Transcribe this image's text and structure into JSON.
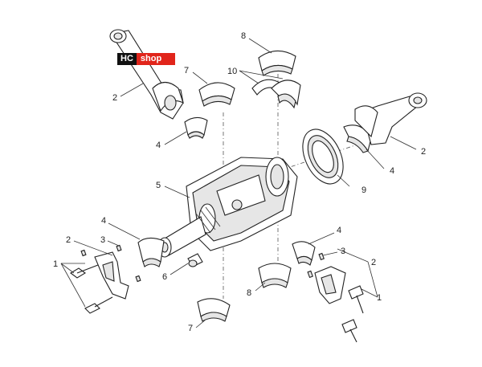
{
  "logo": {
    "part1": "HC",
    "part2": "shop",
    "brand_color": "#e1251b"
  },
  "labels": {
    "n2_top": "2",
    "n7_top": "7",
    "n8_top": "8",
    "n10": "10",
    "n4_left": "4",
    "n5": "5",
    "n9": "9",
    "n4_right": "4",
    "n2_right": "2",
    "n4_mid_left": "4",
    "n2_left": "2",
    "n3_left": "3",
    "n1_left": "1",
    "n6": "6",
    "n7_bottom": "7",
    "n8_bottom": "8",
    "n4_mid_right": "4",
    "n3_right": "3",
    "n2_bottom_right": "2",
    "n1_right": "1"
  }
}
